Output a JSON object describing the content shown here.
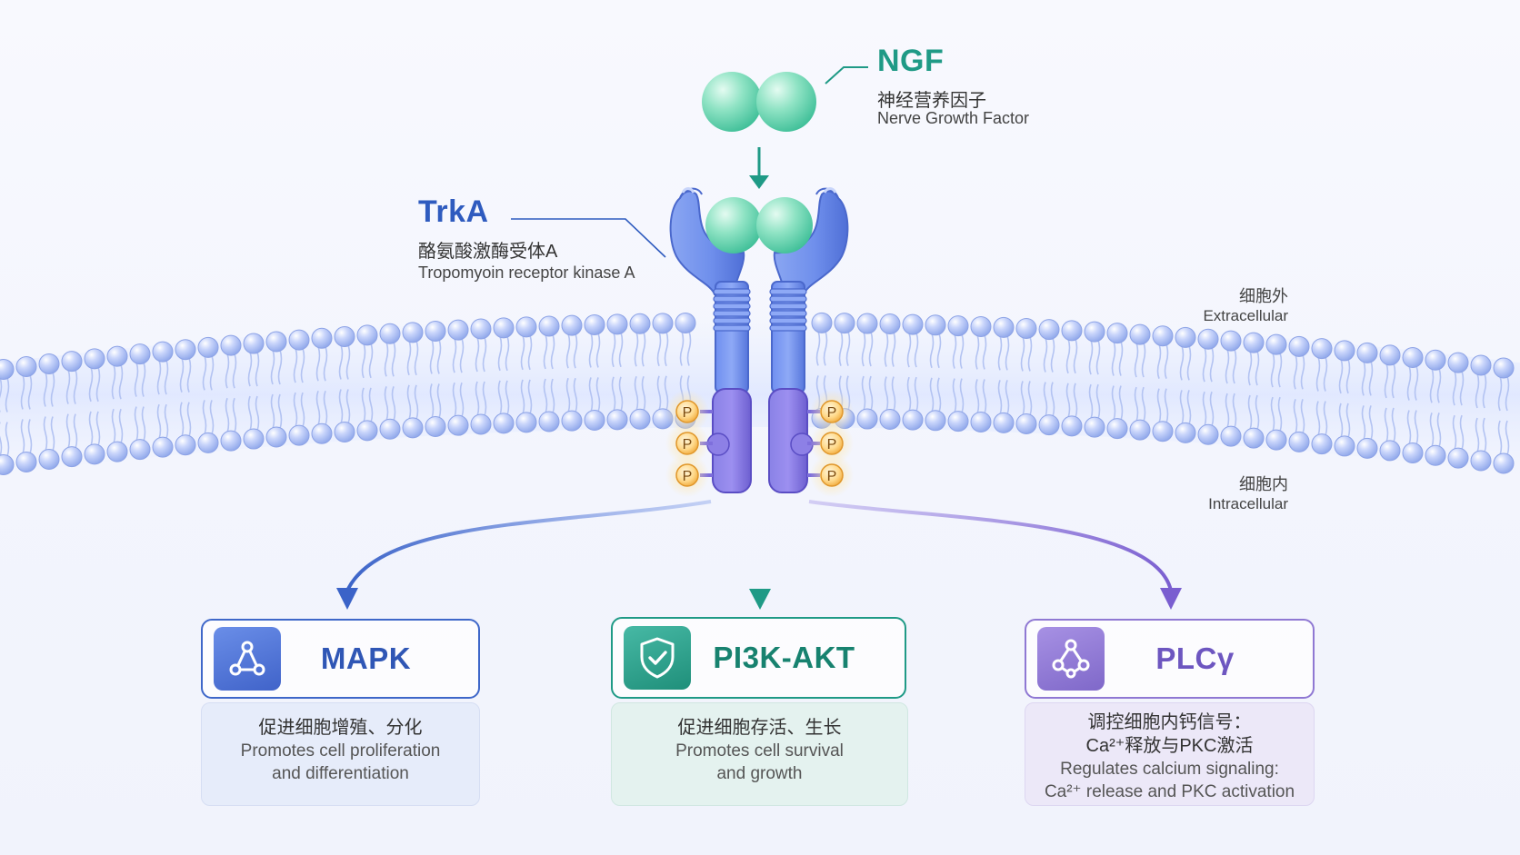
{
  "ngf": {
    "name": "NGF",
    "name_cn": "神经营养因子",
    "name_en": "Nerve Growth Factor"
  },
  "trka": {
    "name": "TrkA",
    "name_cn": "酪氨酸激酶受体A",
    "name_en": "Tropomyoin receptor kinase A"
  },
  "compartments": {
    "extracellular_cn": "细胞外",
    "extracellular_en": "Extracellular",
    "intracellular_cn": "细胞内",
    "intracellular_en": "Intracellular"
  },
  "phospho_label": "P",
  "pathways": [
    {
      "name": "MAPK",
      "icon": "network-nodes-icon",
      "color": "#3e67c9",
      "desc_cn": "促进细胞增殖、分化",
      "desc_en_1": "Promotes cell proliferation",
      "desc_en_2": "and differentiation"
    },
    {
      "name": "PI3K-AKT",
      "icon": "shield-check-icon",
      "color": "#1f9a86",
      "desc_cn": "促进细胞存活、生长",
      "desc_en_1": "Promotes cell survival",
      "desc_en_2": "and growth"
    },
    {
      "name": "PLCγ",
      "icon": "molecule-icon",
      "color": "#8f78d3",
      "desc_cn_1": "调控细胞内钙信号：",
      "desc_cn_2": "Ca²⁺释放与PKC激活",
      "desc_en_1": "Regulates calcium signaling:",
      "desc_en_2": "Ca²⁺ release and PKC activation"
    }
  ]
}
